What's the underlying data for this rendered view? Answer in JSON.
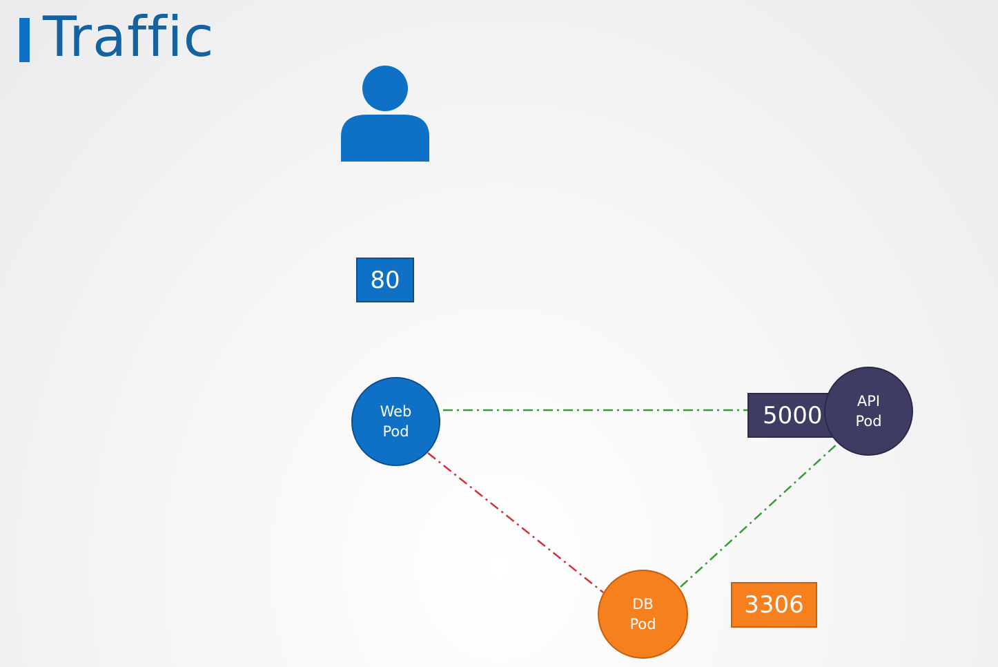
{
  "title": "Traffic",
  "user": {
    "icon": "user-icon"
  },
  "ports": {
    "web": "80",
    "api": "5000",
    "db": "3306"
  },
  "pods": {
    "web": {
      "line1": "Web",
      "line2": "Pod"
    },
    "api": {
      "line1": "API",
      "line2": "Pod"
    },
    "db": {
      "line1": "DB",
      "line2": "Pod"
    }
  },
  "links": [
    {
      "from": "web",
      "to": "api",
      "color": "#3a9a3a",
      "style": "dash-dot"
    },
    {
      "from": "web",
      "to": "db",
      "color": "#d0313a",
      "style": "dash-dot"
    },
    {
      "from": "db",
      "to": "api",
      "color": "#3a9a3a",
      "style": "dash-dot"
    }
  ],
  "colors": {
    "title": "#14629f",
    "web": "#0f71c5",
    "api": "#3f3c63",
    "db": "#f67f1e",
    "allowed": "#3a9a3a",
    "denied": "#d0313a"
  }
}
